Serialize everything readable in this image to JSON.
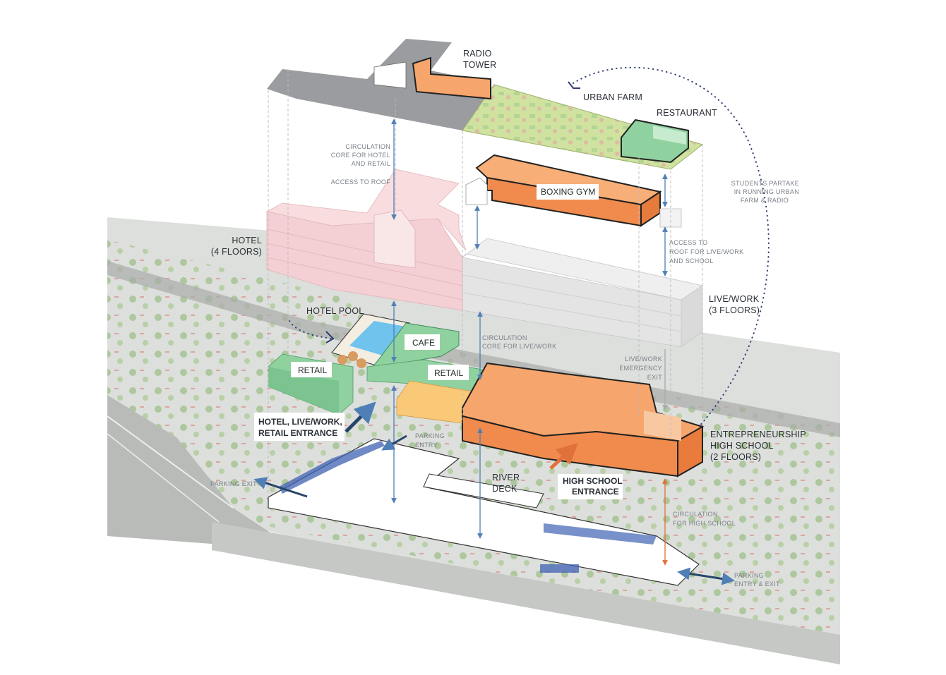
{
  "labels": {
    "radio_tower": [
      "RADIO",
      "TOWER"
    ],
    "urban_farm": "URBAN FARM",
    "restaurant": "RESTAURANT",
    "boxing_gym": "BOXING GYM",
    "circulation_hotel_retail": [
      "CIRCULATION",
      "CORE FOR HOTEL",
      "AND RETAIL"
    ],
    "access_to_roof": "ACCESS TO ROOF",
    "students_partake": [
      "STUDENTS PARTAKE",
      "IN RUNNING URBAN",
      "FARM & RADIO"
    ],
    "hotel": [
      "HOTEL",
      "(4 FLOORS)"
    ],
    "access_roof_livework": [
      "ACCESS TO",
      "ROOF FOR LIVE/WORK",
      "AND SCHOOL"
    ],
    "live_work": [
      "LIVE/WORK",
      "(3 FLOORS)"
    ],
    "hotel_pool": "HOTEL POOL",
    "cafe": "CAFE",
    "circulation_livework": [
      "CIRCULATION",
      "CORE FOR LIVE/WORK"
    ],
    "retail_left": "RETAIL",
    "retail_right": "RETAIL",
    "livework_emergency": [
      "LIVE/WORK",
      "EMERGENCY",
      "EXIT"
    ],
    "hotel_livework_entrance": [
      "HOTEL, LIVE/WORK,",
      "RETAIL ENTRANCE"
    ],
    "parking_entry": [
      "PARKING",
      "ENTRY"
    ],
    "entrepreneurship": [
      "ENTREPRENEURSHIP",
      "HIGH SCHOOL",
      "(2 FLOORS)"
    ],
    "parking_exit": "PARKING EXIT",
    "river_deck": [
      "RIVER",
      "DECK"
    ],
    "high_school_entrance": [
      "HIGH SCHOOL",
      "ENTRANCE"
    ],
    "circulation_high_school": [
      "CIRCULATION",
      "FOR HIGH SCHOOL"
    ],
    "parking_entry_exit": [
      "PARKING",
      "ENTRY & EXIT"
    ]
  },
  "colors": {
    "orange": "#f5a56a",
    "orange_light": "#f8c08f",
    "orange_dark": "#e4894c",
    "pink": "#f6d6d8",
    "pink_side": "#eec3c7",
    "grey_roof": "#9a9c9f",
    "grey_block": "#e7e7e8",
    "green": "#8fd19f",
    "green_dark": "#6cbd83",
    "farm": "#d2e3a3",
    "yellow": "#f9c978",
    "site": "#d9dcd8",
    "water": "#6fc3ec",
    "blue_line": "#4f7fb6",
    "navy": "#2f3d72"
  }
}
